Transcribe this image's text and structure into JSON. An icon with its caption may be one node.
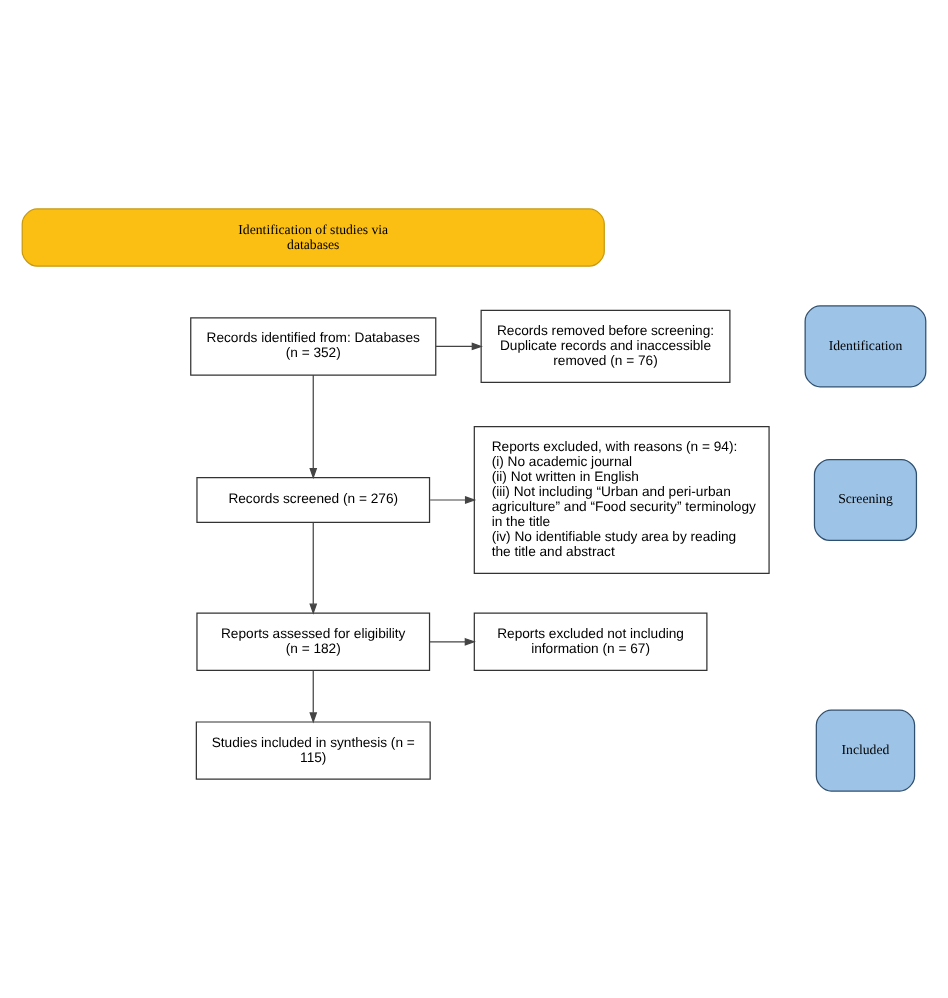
{
  "diagram": {
    "nodes": [
      {
        "text": [
          "Identification of studies via databases"
        ]
      },
      {
        "text": [
          "Identification"
        ]
      },
      {
        "text": [
          "Screening"
        ]
      },
      {
        "text": [
          "Included"
        ]
      },
      {
        "text": [
          "Records identified from: Databases (n = 352)"
        ]
      },
      {
        "text": [
          "Records removed before screening: Duplicate records and inaccessible removed (n = 76)"
        ]
      },
      {
        "text": [
          "Records screened (n = 276)"
        ]
      },
      {
        "text": [
          "Reports excluded, with reasons (n = 94):",
          "(i) No academic journal",
          "(ii) Not written in English",
          "(iii) Not including “Urban and peri-urban agriculture” and “Food security” terminology in the title",
          "(iv) No identifiable study area by reading the title and abstract"
        ]
      },
      {
        "text": [
          "Reports assessed for eligibility (n = 182)"
        ]
      },
      {
        "text": [
          "Reports excluded not including information (n = 67)"
        ]
      },
      {
        "text": [
          "Studies included in synthesis (n = 115)"
        ]
      }
    ],
    "edges": [
      {
        "from": 4,
        "to": 5,
        "arrow": "to"
      },
      {
        "from": 4,
        "to": 6,
        "arrow": "to"
      },
      {
        "from": 6,
        "to": 7,
        "arrow": "to"
      },
      {
        "from": 6,
        "to": 8,
        "arrow": "to"
      },
      {
        "from": 8,
        "to": 9,
        "arrow": "to"
      },
      {
        "from": 8,
        "to": 10,
        "arrow": "to"
      }
    ]
  }
}
